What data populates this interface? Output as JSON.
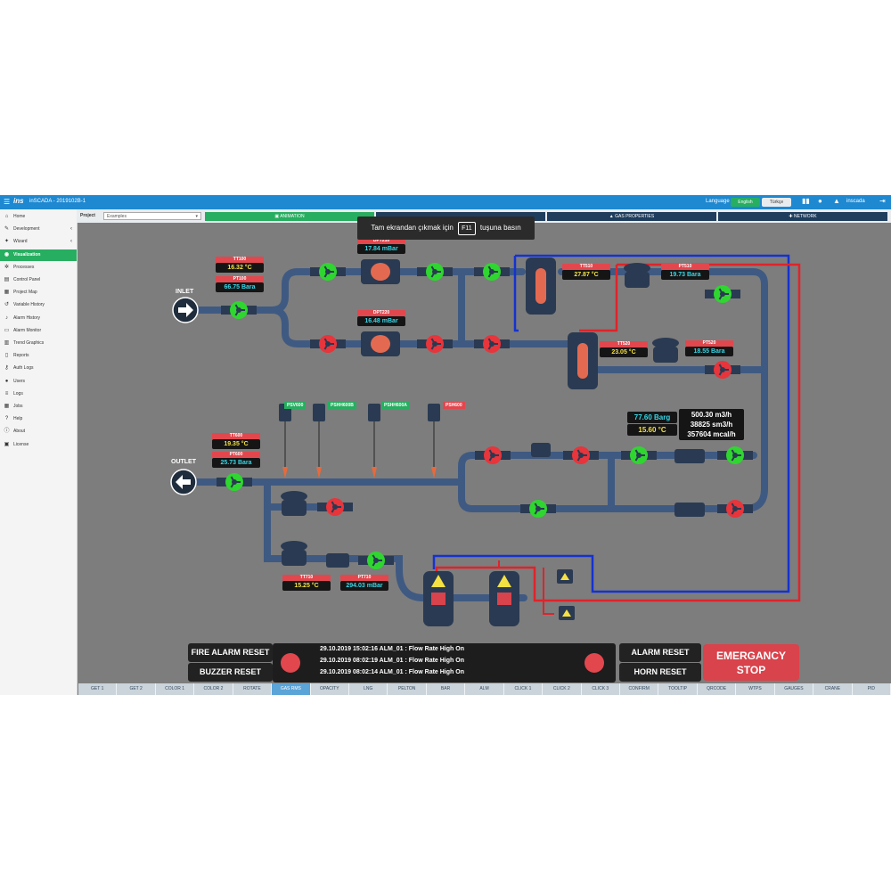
{
  "topbar": {
    "app_title": "inSCADA - 2019102B-1",
    "language_label": "Language",
    "lang_english": "English",
    "lang_turkce": "Türkçe",
    "user": "inscada"
  },
  "sidebar": {
    "items": [
      {
        "label": "Home",
        "icon": "home-icon"
      },
      {
        "label": "Development",
        "icon": "wrench-icon",
        "chevron": "‹"
      },
      {
        "label": "Wizard",
        "icon": "wand-icon",
        "chevron": "‹"
      },
      {
        "label": "Visualization",
        "icon": "eye-icon",
        "active": true
      },
      {
        "label": "Processes",
        "icon": "gear-icon"
      },
      {
        "label": "Control Panel",
        "icon": "panel-icon"
      },
      {
        "label": "Project Map",
        "icon": "map-icon"
      },
      {
        "label": "Variable History",
        "icon": "history-icon"
      },
      {
        "label": "Alarm History",
        "icon": "bell-icon"
      },
      {
        "label": "Alarm Monitor",
        "icon": "monitor-icon"
      },
      {
        "label": "Trend Graphics",
        "icon": "chart-icon"
      },
      {
        "label": "Reports",
        "icon": "report-icon"
      },
      {
        "label": "Auth Logs",
        "icon": "key-icon"
      },
      {
        "label": "Users",
        "icon": "user-icon"
      },
      {
        "label": "Logs",
        "icon": "log-icon"
      },
      {
        "label": "Jobs",
        "icon": "jobs-icon"
      },
      {
        "label": "Help",
        "icon": "help-icon"
      },
      {
        "label": "About",
        "icon": "info-icon"
      },
      {
        "label": "License",
        "icon": "license-icon"
      }
    ]
  },
  "projectbar": {
    "project_label": "Project",
    "project_value": "Examples",
    "tab_animation": "ANIMATION",
    "tab_gas_properties": "GAS PROPERTIES",
    "tab_network": "NETWORK"
  },
  "tooltip": {
    "before": "Tam ekrandan çıkmak için",
    "key": "F11",
    "after": "tuşuna basın"
  },
  "diagram": {
    "inlet_label": "INLET",
    "outlet_label": "OUTLET",
    "tags": {
      "tt100": {
        "name": "TT100",
        "value": "16.32 °C"
      },
      "pt100": {
        "name": "PT100",
        "value": "66.75 Bara"
      },
      "dpt210": {
        "name": "DPT210",
        "value": "17.84 mBar"
      },
      "dpt220": {
        "name": "DPT220",
        "value": "16.48 mBar"
      },
      "tt510": {
        "name": "TT510",
        "value": "27.87 °C"
      },
      "pt510": {
        "name": "PT510",
        "value": "19.73 Bara"
      },
      "tt520": {
        "name": "TT520",
        "value": "23.05 °C"
      },
      "pt520": {
        "name": "PT520",
        "value": "18.55 Bara"
      },
      "tt600": {
        "name": "TT600",
        "value": "19.35 °C"
      },
      "pt600": {
        "name": "PT600",
        "value": "25.73 Bara"
      },
      "tt710": {
        "name": "TT710",
        "value": "15.25 °C"
      },
      "pt710": {
        "name": "PT710",
        "value": "294.03 mBar"
      }
    },
    "flow": {
      "pressure": "77.60 Barg",
      "temperature": "15.60 °C",
      "line1": "500.30 m3/h",
      "line2": "38825 sm3/h",
      "line3": "357604 mcal/h"
    },
    "safety_valves": [
      {
        "label": "PSV600",
        "color": "#27ae60"
      },
      {
        "label": "PSHH600B",
        "color": "#27ae60"
      },
      {
        "label": "PSHH600A",
        "color": "#27ae60"
      },
      {
        "label": "PSH600",
        "color": "#e2474e"
      }
    ]
  },
  "alarm_panel": {
    "fire_alarm_reset": "FIRE ALARM RESET",
    "buzzer_reset": "BUZZER RESET",
    "alarm_reset": "ALARM RESET",
    "horn_reset": "HORN RESET",
    "emergency_stop_line1": "EMERGANCY",
    "emergency_stop_line2": "STOP",
    "alarms": [
      "29.10.2019 15:02:16 ALM_01 : Flow Rate High On",
      "29.10.2019 08:02:19 ALM_01 : Flow Rate High On",
      "29.10.2019 08:02:14 ALM_01 : Flow Rate High On"
    ]
  },
  "bottom_tabs": [
    "GET 1",
    "GET 2",
    "COLOR 1",
    "COLOR 2",
    "ROTATE",
    "GAS RMS",
    "OPACITY",
    "LNG",
    "PELTON",
    "BAR",
    "ALM",
    "CLICK 1",
    "CLICK 2",
    "CLICK 3",
    "CONFIRM",
    "TOOLTIP",
    "QRCODE",
    "WTPS",
    "GAUGES",
    "CRANE",
    "PID"
  ],
  "active_bottom_tab": "GAS RMS",
  "colors": {
    "pipe": "#3f5a82",
    "valve_open": "#2fd62f",
    "valve_closed": "#e8343b",
    "hot_line": "#e0232a",
    "cold_line": "#1532d1",
    "accent_green": "#27ae60",
    "topbar_blue": "#1e88d1"
  }
}
